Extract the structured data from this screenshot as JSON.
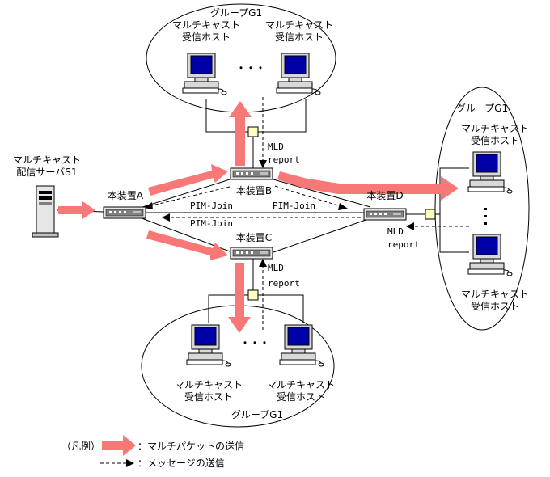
{
  "groups": {
    "top": {
      "name": "グループG1",
      "host_left": [
        "マルチキャスト",
        "受信ホスト"
      ],
      "host_right": [
        "マルチキャスト",
        "受信ホスト"
      ],
      "dots": "・・・"
    },
    "right": {
      "name": "グループG1",
      "host_top": [
        "マルチキャスト",
        "受信ホスト"
      ],
      "host_bottom": [
        "マルチキャスト",
        "受信ホスト"
      ],
      "dots": "・\n・\n・"
    },
    "bottom": {
      "name": "グループG1",
      "host_left": [
        "マルチキャスト",
        "受信ホスト"
      ],
      "host_right": [
        "マルチキャスト",
        "受信ホスト"
      ],
      "dots": "・・・"
    }
  },
  "server": {
    "label": [
      "マルチキャスト",
      "配信サーバS1"
    ]
  },
  "devices": {
    "a": "本装置A",
    "b": "本装置B",
    "c": "本装置C",
    "d": "本装置D"
  },
  "messages": {
    "pim_join_upper_left": "PIM-Join",
    "pim_join_upper_right": "PIM-Join",
    "pim_join_lower": "PIM-Join",
    "mld_top": [
      "MLD",
      "report"
    ],
    "mld_right": [
      "MLD",
      "report"
    ],
    "mld_bottom": [
      "MLD",
      "report"
    ]
  },
  "legend": {
    "heading": "（凡例）",
    "packet": "：マルチパケットの送信",
    "message": "：メッセージの送信"
  },
  "colors": {
    "multicast_arrow": "#f87878",
    "monitor_screen": "#0000a8",
    "switch_yellow": "#ffffc0",
    "device_body": "#e6e6e6"
  }
}
